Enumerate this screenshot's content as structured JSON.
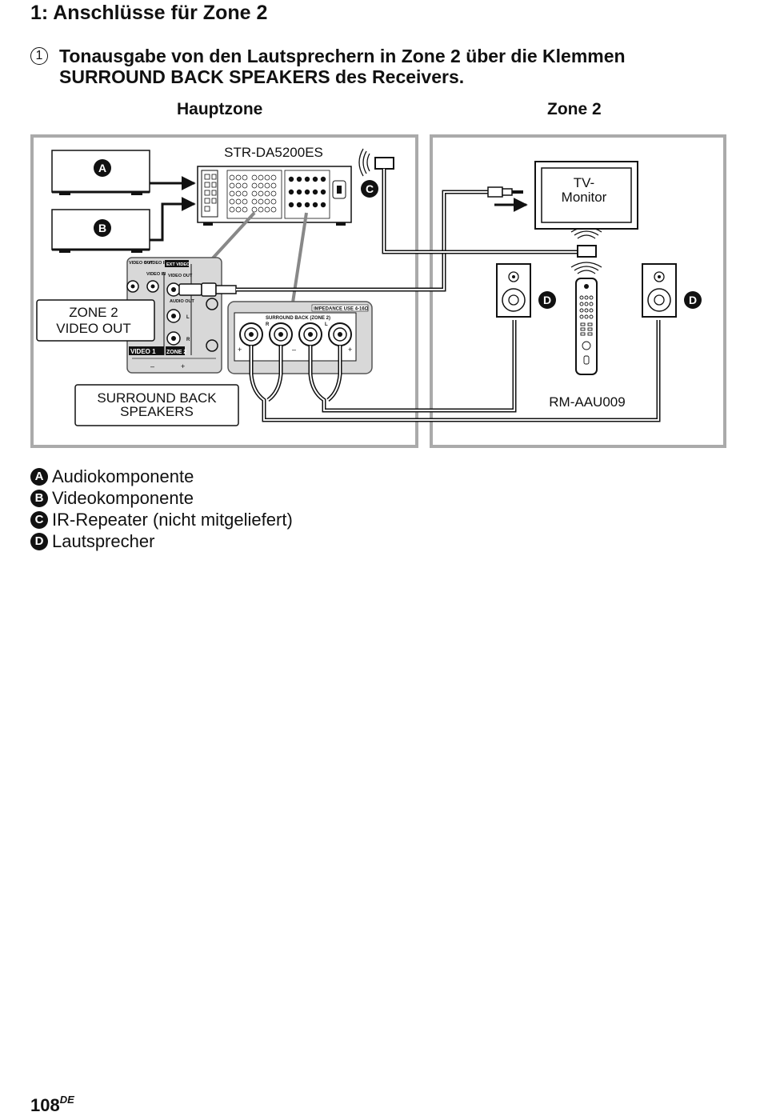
{
  "section_title": "1: Anschlüsse für Zone 2",
  "step": {
    "number": "1",
    "line1": "Tonausgabe von den Lautsprechern in Zone 2 über die Klemmen",
    "line2": "SURROUND BACK SPEAKERS des Receivers."
  },
  "diagram": {
    "zone_main_label": "Hauptzone",
    "zone_2_label": "Zone 2",
    "receiver_model": "STR-DA5200ES",
    "tv_monitor_line1": "TV-",
    "tv_monitor_line2": "Monitor",
    "remote_model": "RM-AAU009",
    "callout_zone2_line1": "ZONE 2",
    "callout_zone2_line2": "VIDEO OUT",
    "callout_surround_line1": "SURROUND BACK",
    "callout_surround_line2": "SPEAKERS",
    "panel_labels": {
      "video_out": "VIDEO OUT",
      "s_video_in": "S VIDEO IN",
      "video_in": "VIDEO IN",
      "ext_video": "EXT VIDEO",
      "zone2_video_out": "VIDEO OUT",
      "audio_out": "AUDIO OUT",
      "l": "L",
      "r": "R",
      "video1": "VIDEO 1",
      "zone2": "ZONE 2",
      "minus": "–",
      "plus": "+",
      "impedance": "IMPEDANCE USE 4-16Ω",
      "surround_back_zone2": "SURROUND BACK (ZONE 2)"
    },
    "markers": {
      "a": "A",
      "b": "B",
      "c": "C",
      "d": "D"
    }
  },
  "legend": [
    {
      "marker": "A",
      "text": "Audiokomponente"
    },
    {
      "marker": "B",
      "text": "Videokomponente"
    },
    {
      "marker": "C",
      "text": "IR-Repeater (nicht mitgeliefert)"
    },
    {
      "marker": "D",
      "text": "Lautsprecher"
    }
  ],
  "page": {
    "number": "108",
    "suffix": "DE"
  }
}
